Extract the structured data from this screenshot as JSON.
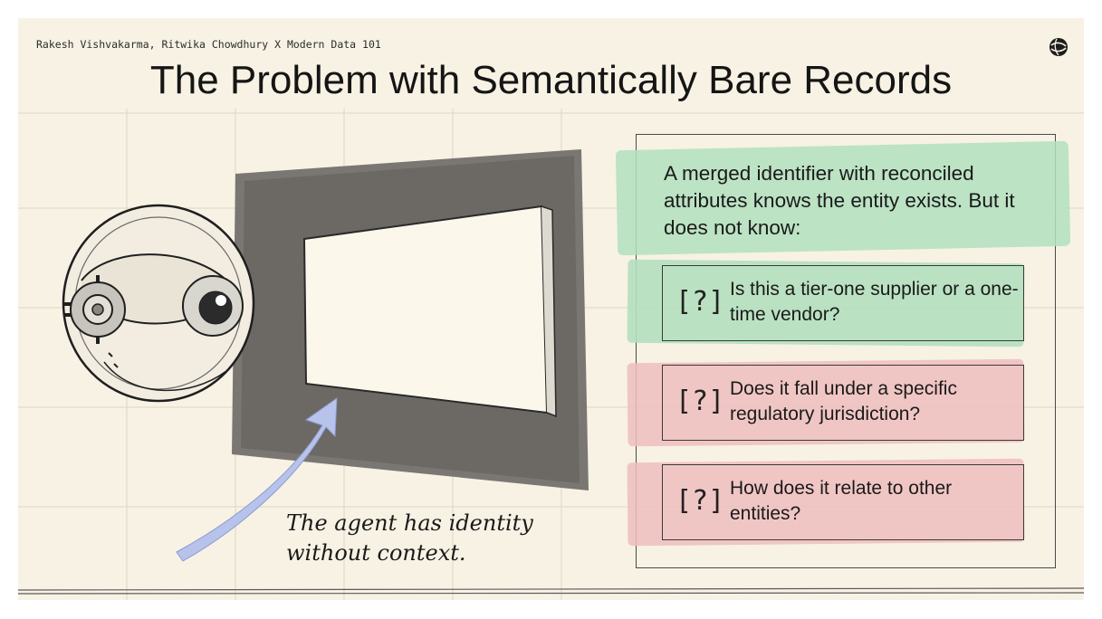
{
  "credit": "Rakesh Vishvakarma, Ritwika Chowdhury X Modern Data 101",
  "logo_icon": "globe-swirl-icon",
  "title": "The Problem with Semantically Bare Records",
  "illustration": {
    "icon": "robot-eye-camera-icon",
    "screen_icon": "blank-screen-icon",
    "arrow_icon": "curved-arrow-icon",
    "caption_line1": "The agent has identity",
    "caption_line2": "without context."
  },
  "panel": {
    "intro": "A merged identifier with reconciled attributes knows the entity exists. But it does not know:",
    "questions": [
      {
        "mark": "[?]",
        "text": "Is this a tier-one supplier or a one-time vendor?",
        "color": "#b2e0be"
      },
      {
        "mark": "[?]",
        "text": "Does it fall under a specific regulatory jurisdiction?",
        "color": "#eebebe"
      },
      {
        "mark": "[?]",
        "text": "How does it relate to other entities?",
        "color": "#eebebe"
      }
    ]
  },
  "colors": {
    "background": "#f7f2e4",
    "frame_gray": "#6f6d69",
    "arrow_blue": "#b7c3ea"
  }
}
